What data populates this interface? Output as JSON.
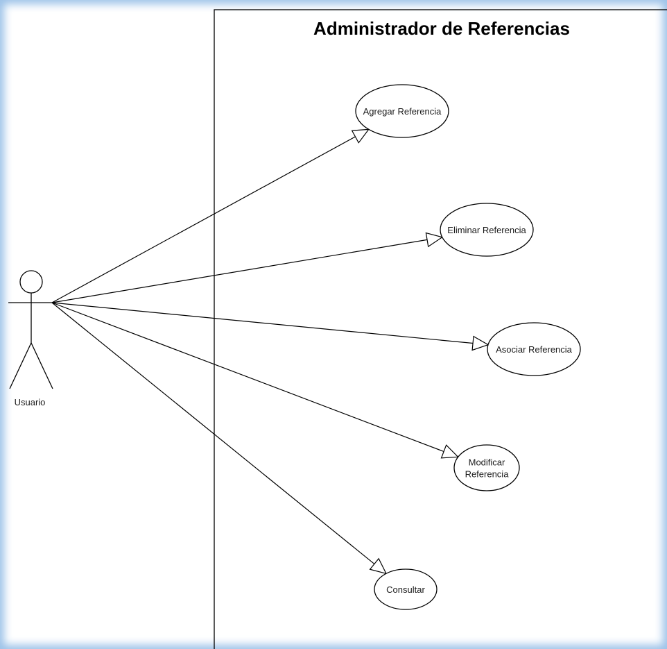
{
  "system": {
    "title": "Administrador de Referencias"
  },
  "actor": {
    "name": "Usuario"
  },
  "use_cases": [
    {
      "id": "agregar",
      "lines": [
        "Agregar Referencia"
      ]
    },
    {
      "id": "eliminar",
      "lines": [
        "Eliminar Referencia"
      ]
    },
    {
      "id": "asociar",
      "lines": [
        "Asociar Referencia"
      ]
    },
    {
      "id": "modificar",
      "lines": [
        "Modificar",
        "Referencia"
      ]
    },
    {
      "id": "consultar",
      "lines": [
        "Consultar"
      ]
    }
  ],
  "colors": {
    "frame_glow": "#9cc2e8",
    "stroke": "#000000"
  }
}
